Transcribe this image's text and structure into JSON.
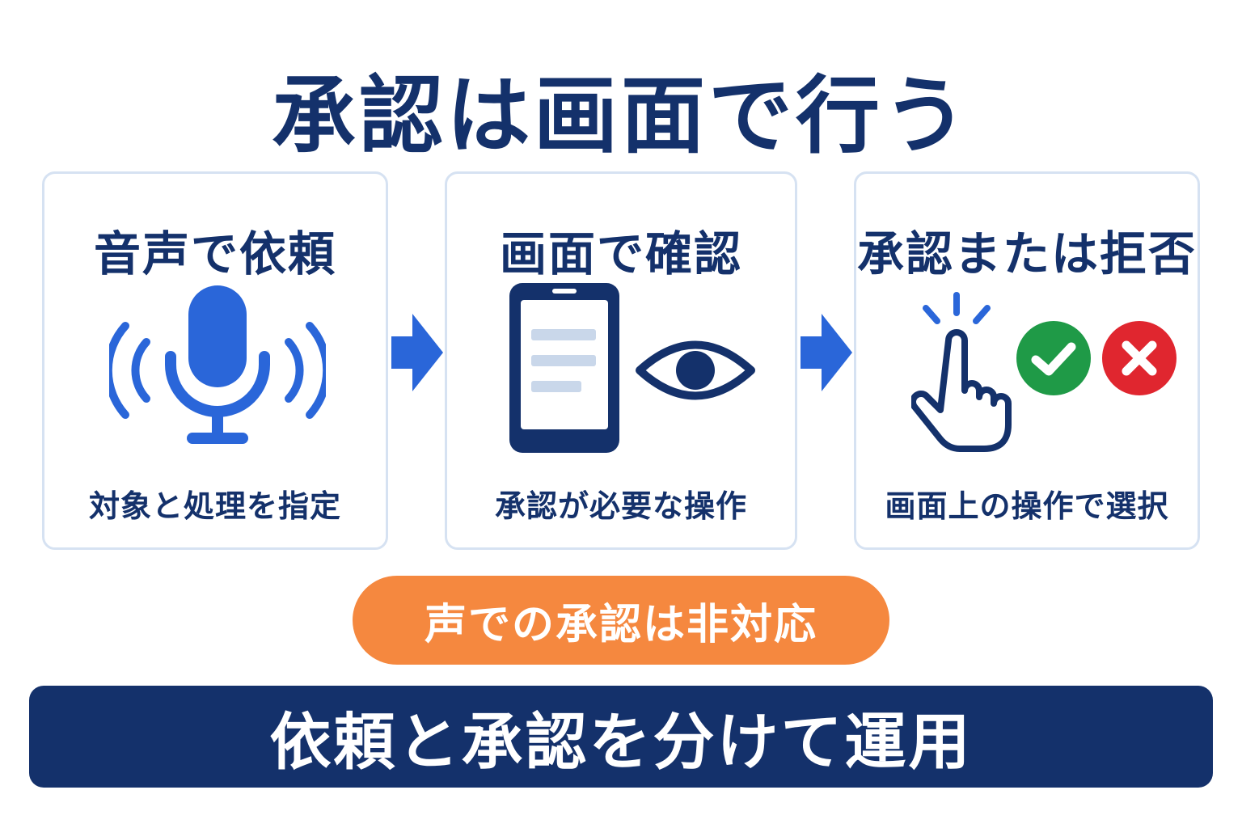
{
  "title": "承認は画面で行う",
  "steps": [
    {
      "title": "音声で依頼",
      "caption": "対象と処理を指定",
      "icon": "microphone-icon"
    },
    {
      "title": "画面で確認",
      "caption": "承認が必要な操作",
      "icon": "phone-and-eye-icon"
    },
    {
      "title": "承認または拒否",
      "caption": "画面上の操作で選択",
      "icon": "tap-approve-reject-icon"
    }
  ],
  "note": "声での承認は非対応",
  "footer": "依頼と承認を分けて運用",
  "colors": {
    "navy": "#14316b",
    "blue": "#2a66d9",
    "orange": "#f5883f",
    "green": "#1f9a47",
    "red": "#e0262f",
    "card_border": "#d6e2f2"
  }
}
